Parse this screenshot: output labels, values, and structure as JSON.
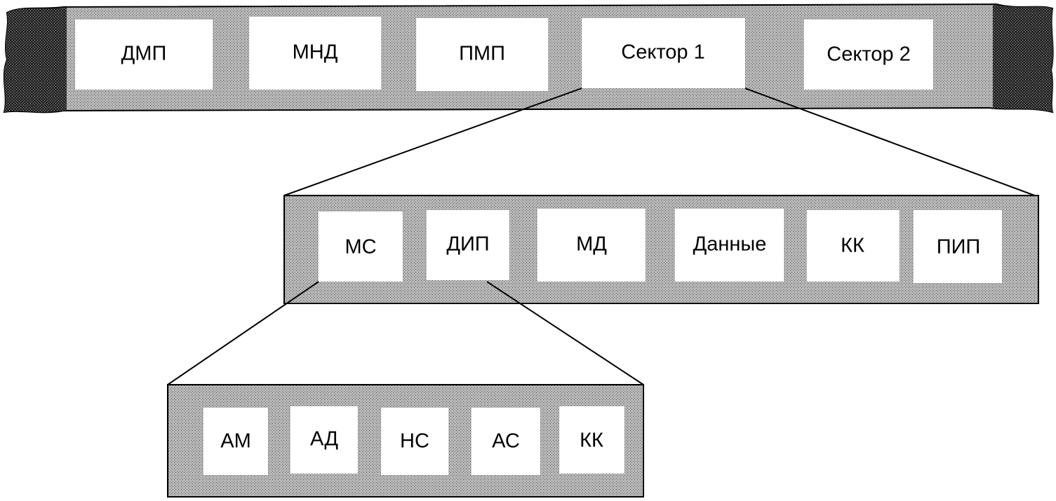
{
  "track": {
    "fields": [
      "ДМП",
      "МНД",
      "ПМП",
      "Сектор 1",
      "Сектор 2"
    ]
  },
  "sector": {
    "fields": [
      "МС",
      "ДИП",
      "МД",
      "Данные",
      "КК",
      "ПИП"
    ]
  },
  "address_marker": {
    "fields": [
      "АМ",
      "АД",
      "НС",
      "АС",
      "КК"
    ]
  }
}
